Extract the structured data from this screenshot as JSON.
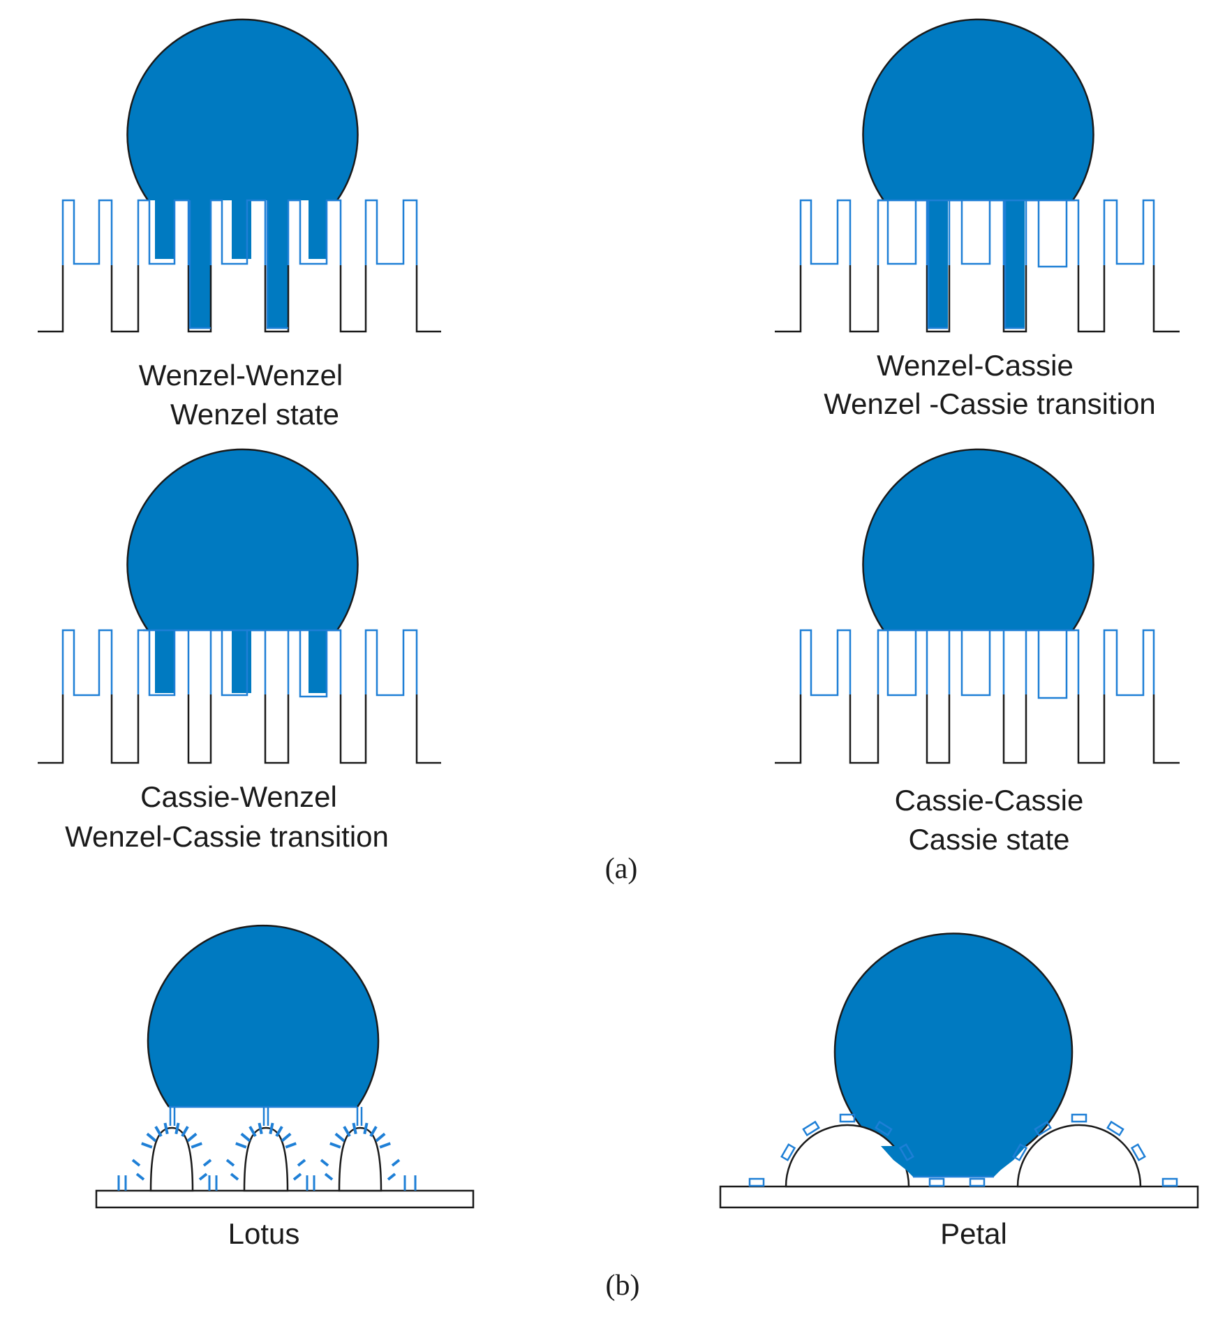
{
  "colors": {
    "droplet": "#007ac1",
    "micro_structure": "#1e7fd6",
    "substrate": "#1a1a1a",
    "background": "#ffffff"
  },
  "panels": [
    {
      "id": "ww",
      "line1": "Wenzel-Wenzel",
      "line2": "Wenzel state"
    },
    {
      "id": "wc",
      "line1": "Wenzel-Cassie",
      "line2": "Wenzel -Cassie transition"
    },
    {
      "id": "cw",
      "line1": "Cassie-Wenzel",
      "line2": "Wenzel-Cassie transition"
    },
    {
      "id": "cc",
      "line1": "Cassie-Cassie",
      "line2": "Cassie state"
    }
  ],
  "part_labels": {
    "a": "(a)",
    "b": "(b)"
  },
  "bottom": {
    "lotus": "Lotus",
    "petal": "Petal"
  }
}
